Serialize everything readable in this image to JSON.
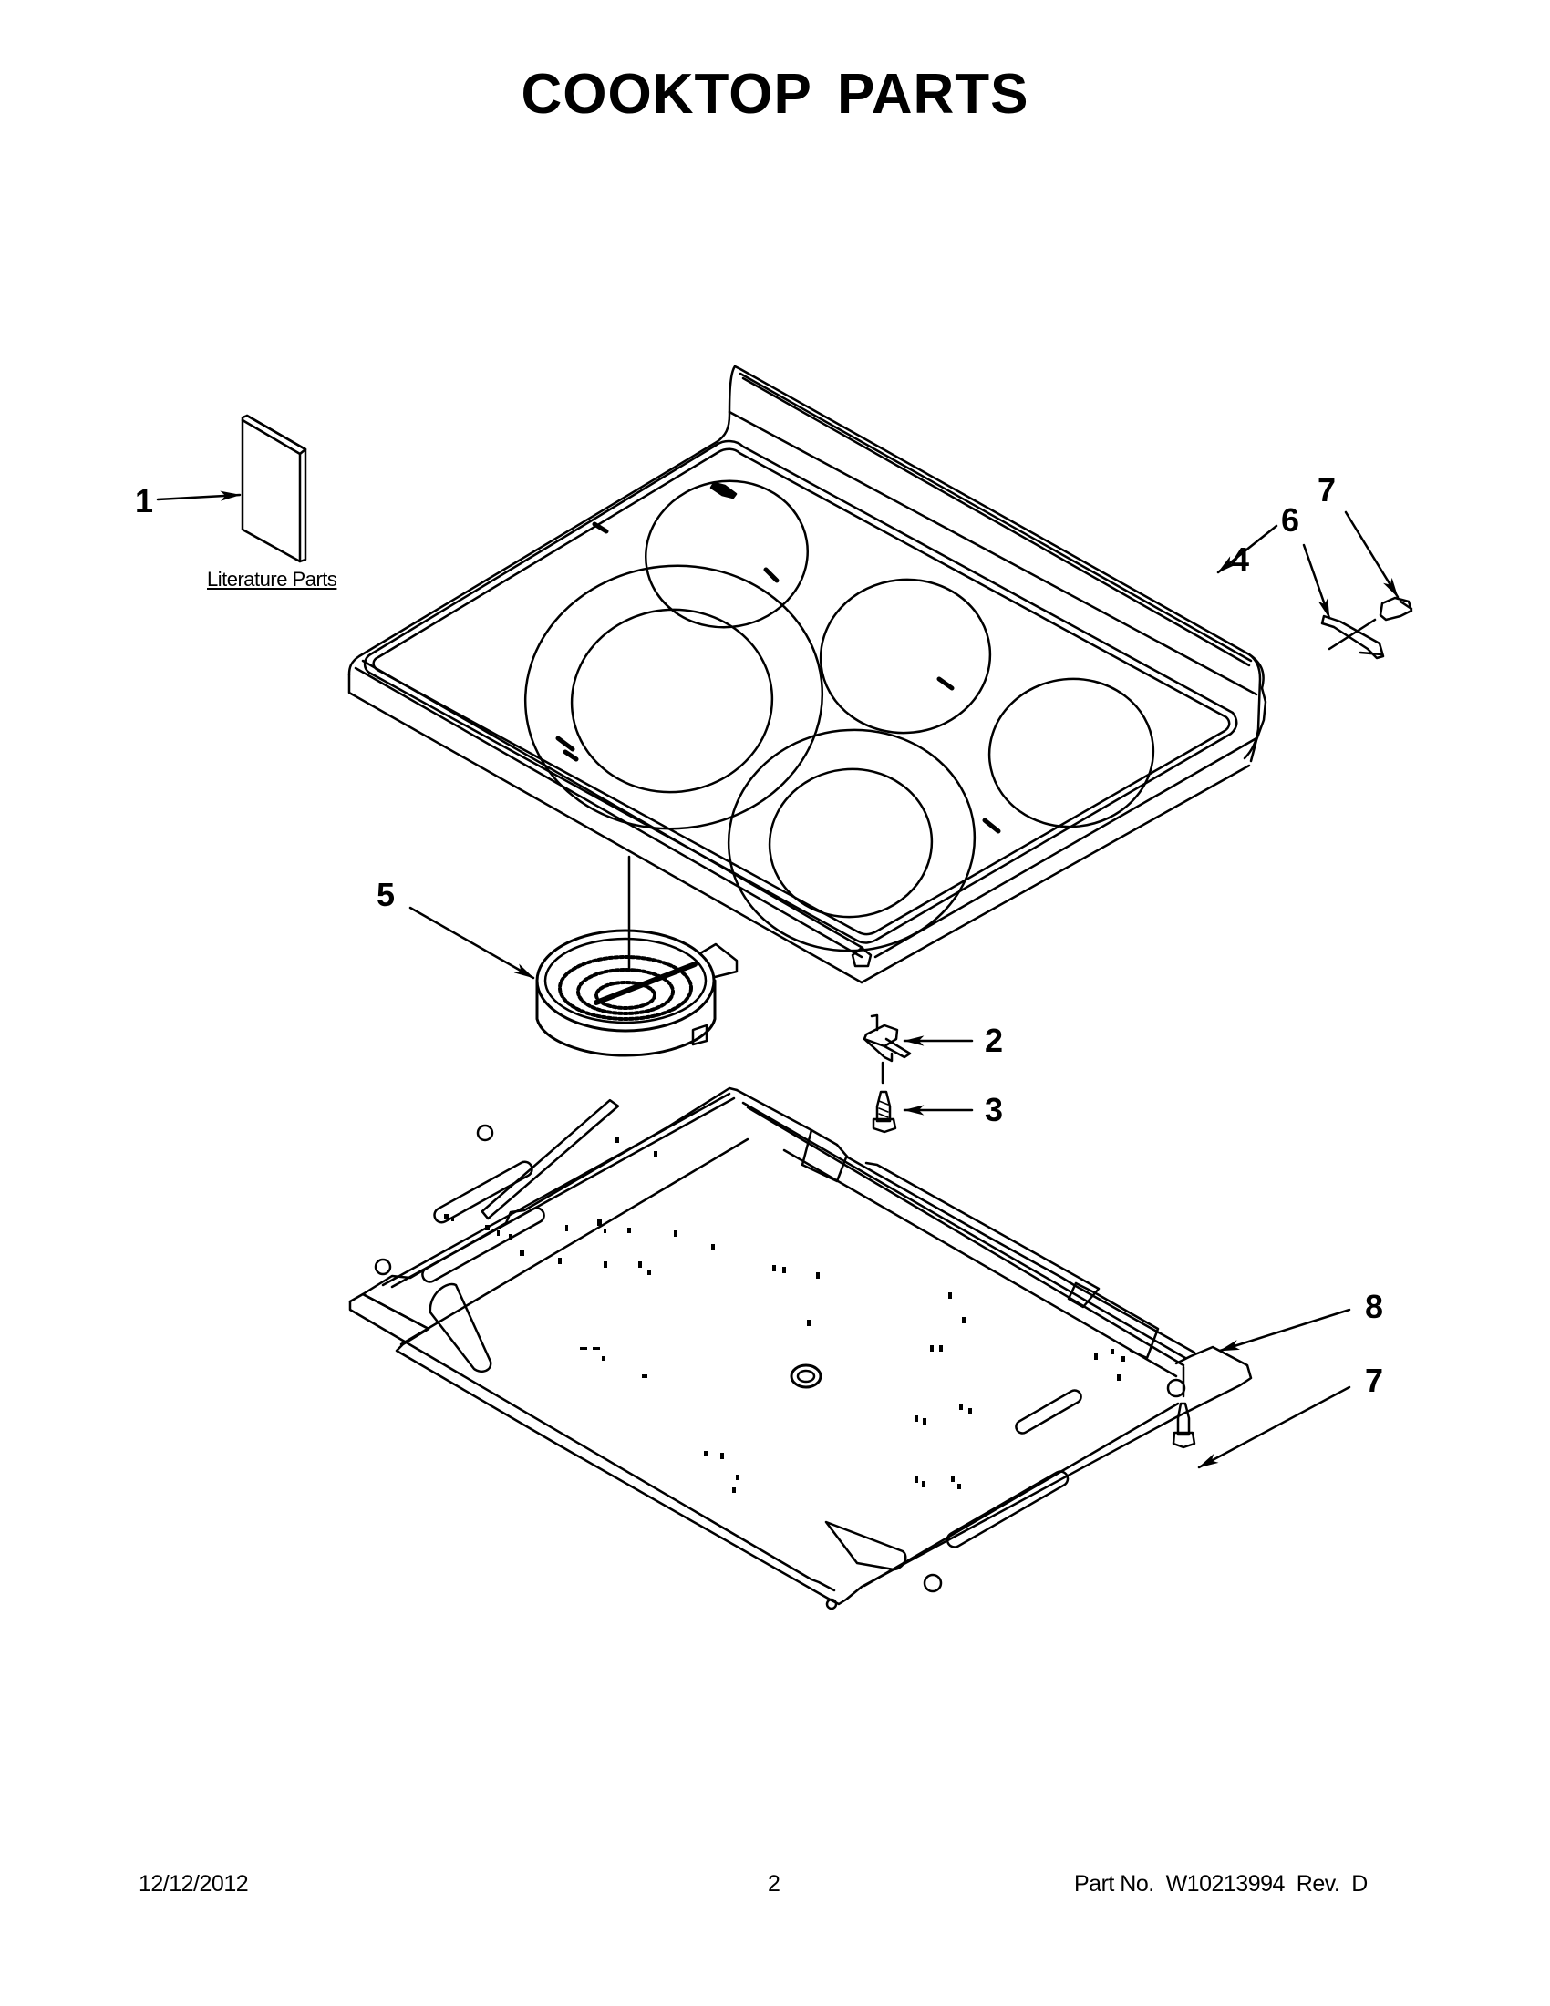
{
  "page": {
    "title": "COOKTOP PARTS",
    "colors": {
      "background": "#ffffff",
      "ink": "#000000"
    }
  },
  "diagram": {
    "literature_label": "Literature Parts",
    "callouts": [
      {
        "number": "1",
        "part": "literature-parts"
      },
      {
        "number": "2",
        "part": "clip"
      },
      {
        "number": "3",
        "part": "screw"
      },
      {
        "number": "4",
        "part": "cooktop-glass"
      },
      {
        "number": "5",
        "part": "radiant-surface-element"
      },
      {
        "number": "6",
        "part": "bracket"
      },
      {
        "number": "7",
        "part": "screw"
      },
      {
        "number": "8",
        "part": "burner-box-panel"
      },
      {
        "number": "7",
        "part": "screw"
      }
    ]
  },
  "footer": {
    "date": "12/12/2012",
    "page_number": "2",
    "part_number": "Part No.  W10213994  Rev.  D"
  }
}
